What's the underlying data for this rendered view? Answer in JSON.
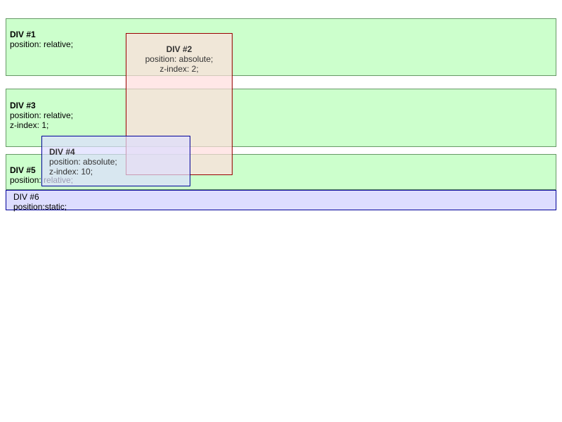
{
  "boxes": {
    "div1": {
      "title": "DIV #1",
      "lines": [
        "position: relative;"
      ]
    },
    "div2": {
      "title": "DIV #2",
      "lines": [
        "position: absolute;",
        "z-index: 2;"
      ]
    },
    "div3": {
      "title": "DIV #3",
      "lines": [
        "position: relative;",
        "z-index: 1;"
      ]
    },
    "div4": {
      "title": "DIV #4",
      "lines": [
        "position: absolute;",
        "z-index: 10;"
      ]
    },
    "div5": {
      "title": "DIV #5",
      "lines": [
        "position: relative;"
      ]
    },
    "div6": {
      "title": "DIV #6",
      "lines": [
        "position:static;"
      ]
    }
  },
  "colors": {
    "relative_fill": "#ccffcc",
    "relative_border": "#669966",
    "absolute2_fill": "#ffdddd",
    "absolute2_border": "#990000",
    "absolute4_fill": "#ddddff",
    "absolute4_border": "#000099",
    "static_fill": "#ddddff",
    "static_border": "#000099"
  }
}
